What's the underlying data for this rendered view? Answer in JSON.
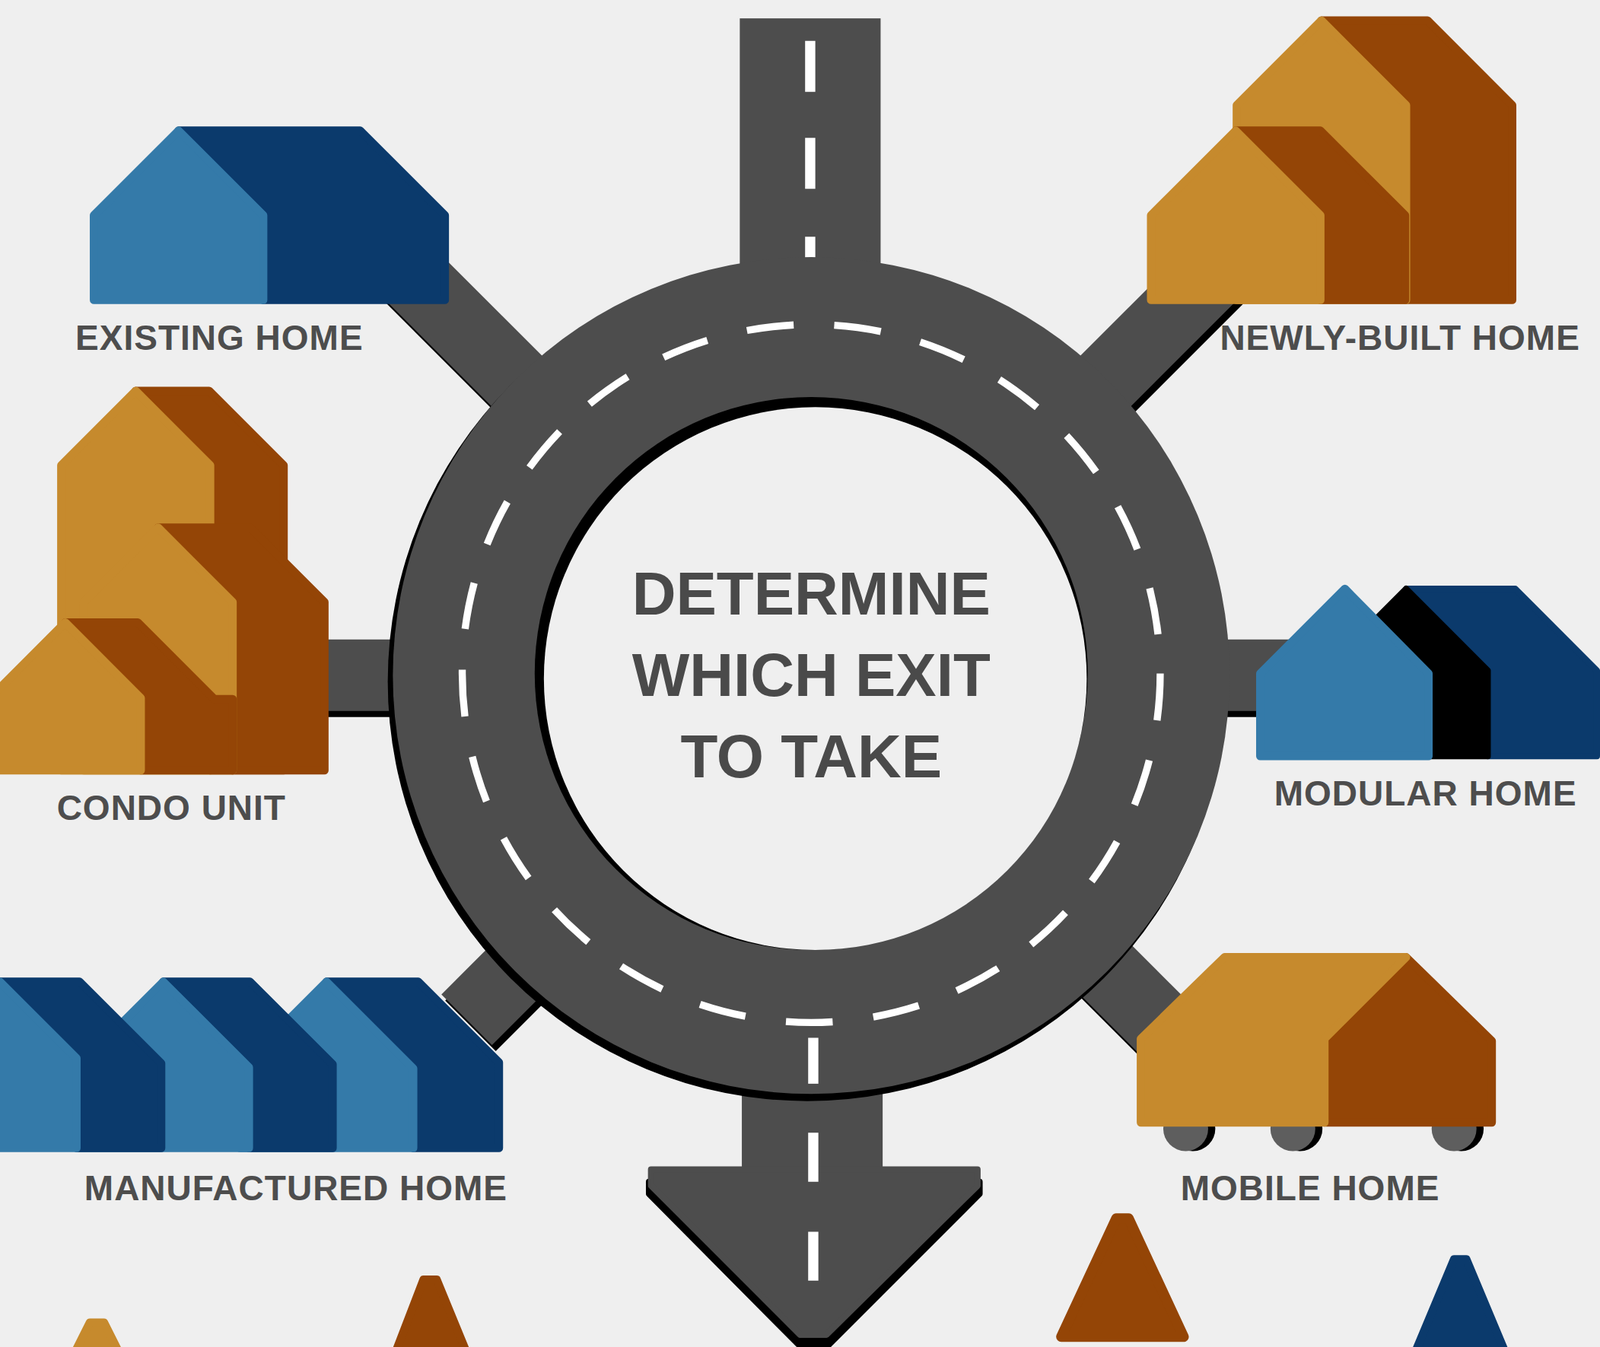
{
  "diagram": {
    "nodes": [
      {
        "text": [
          "DETERMINE WHICH EXIT TO TAKE"
        ]
      },
      {
        "text": [
          "EXISTING HOME"
        ]
      },
      {
        "text": [
          "NEWLY-BUILT HOME"
        ]
      },
      {
        "text": [
          "CONDO UNIT"
        ]
      },
      {
        "text": [
          "MODULAR HOME"
        ]
      },
      {
        "text": [
          "MANUFACTURED HOME"
        ]
      },
      {
        "text": [
          "MOBILE HOME"
        ]
      }
    ],
    "edges": [
      {
        "from": 0,
        "to": 1,
        "arrow": "none"
      },
      {
        "from": 0,
        "to": 2,
        "arrow": "none"
      },
      {
        "from": 0,
        "to": 3,
        "arrow": "none"
      },
      {
        "from": 0,
        "to": 4,
        "arrow": "none"
      },
      {
        "from": 0,
        "to": 5,
        "arrow": "none"
      },
      {
        "from": 0,
        "to": 6,
        "arrow": "none"
      }
    ]
  }
}
